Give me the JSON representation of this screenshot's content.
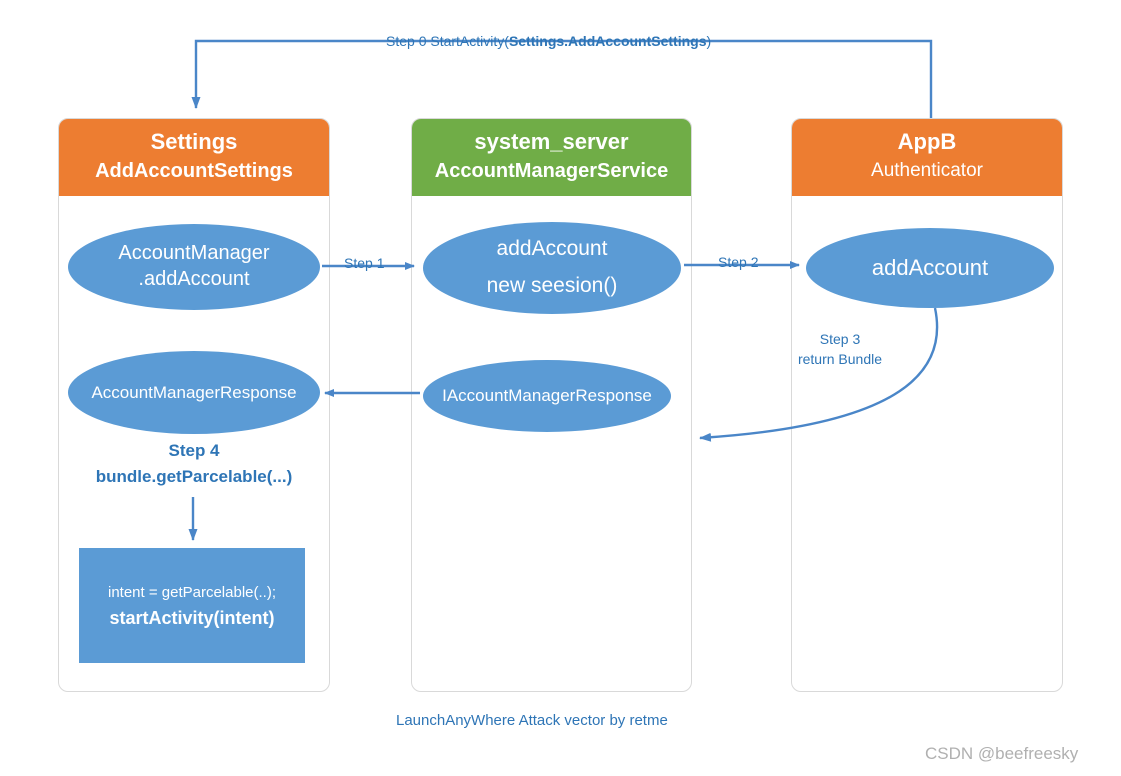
{
  "columns": [
    {
      "id": "settings",
      "header_line1": "Settings",
      "header_line2": "AddAccountSettings",
      "color": "#ed7d31"
    },
    {
      "id": "system_server",
      "header_line1": "system_server",
      "header_line2": "AccountManagerService",
      "color": "#70ad47"
    },
    {
      "id": "appb",
      "header_line1": "AppB",
      "header_line2": "Authenticator",
      "color": "#ed7d31"
    }
  ],
  "nodes": {
    "account_manager_add": {
      "line1": "AccountManager",
      "line2": ".addAccount"
    },
    "add_account_session": {
      "line1": "addAccount",
      "line2": "new seesion()"
    },
    "appb_add_account": {
      "line1": "addAccount"
    },
    "account_manager_response": {
      "line1": "AccountManagerResponse"
    },
    "i_account_manager_response": {
      "line1": "IAccountManagerResponse"
    },
    "start_activity_box": {
      "line1": "intent = getParcelable(..);",
      "line2": "startActivity(intent)"
    }
  },
  "labels": {
    "step0_prefix": "Step 0  StartActivity(",
    "step0_bold": "Settings.AddAccountSettings",
    "step0_suffix": ")",
    "step1": "Step 1",
    "step2": "Step 2",
    "step3_line1": "Step 3",
    "step3_line2": "return Bundle",
    "step4_line1": "Step 4",
    "step4_line2": "bundle.getParcelable(...)"
  },
  "caption": "LaunchAnyWhere Attack vector by retme",
  "watermark": "CSDN @beefreesky"
}
